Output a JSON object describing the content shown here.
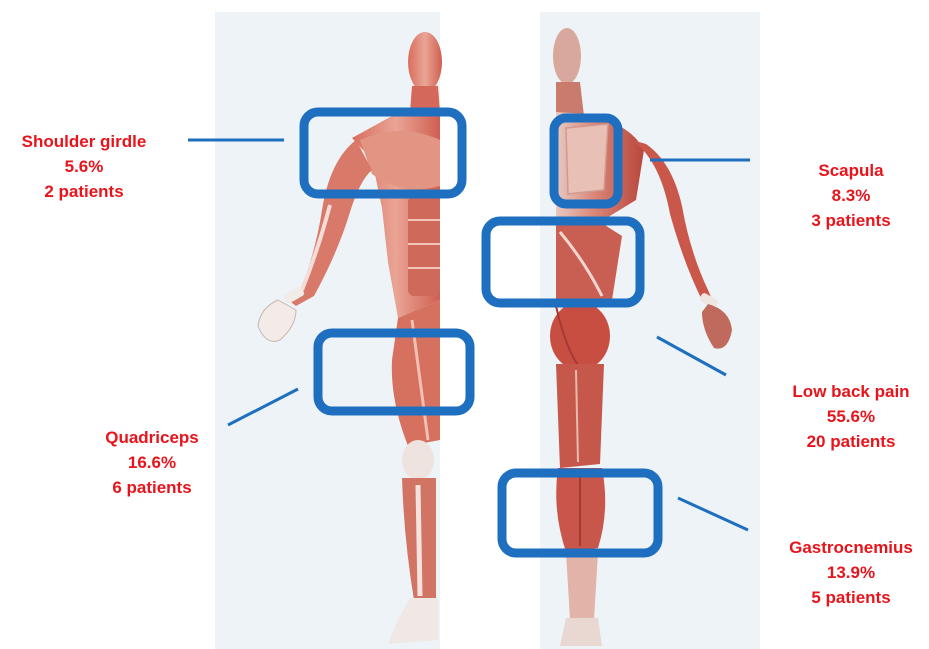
{
  "colors": {
    "label_text": "#e8141b",
    "highlight_box": "#1e6fc0",
    "skin": "#e9a192",
    "muscle": "#c9544a",
    "muscle_dark": "#a63a32",
    "tendon": "#f1e6e0",
    "bone": "#eceaea",
    "background_panel": "#eef3f7"
  },
  "regions": {
    "shoulder": {
      "name": "Shoulder girdle",
      "percent": "5.6%",
      "patients": "2 patients",
      "view": "front"
    },
    "quadriceps": {
      "name": "Quadriceps",
      "percent": "16.6%",
      "patients": "6 patients",
      "view": "front"
    },
    "scapula": {
      "name": "Scapula",
      "percent": "8.3%",
      "patients": "3 patients",
      "view": "back"
    },
    "lowback": {
      "name": "Low back pain",
      "percent": "55.6%",
      "patients": "20 patients",
      "view": "back"
    },
    "gastrocnemius": {
      "name": "Gastrocnemius",
      "percent": "13.9%",
      "patients": "5 patients",
      "view": "back"
    }
  }
}
